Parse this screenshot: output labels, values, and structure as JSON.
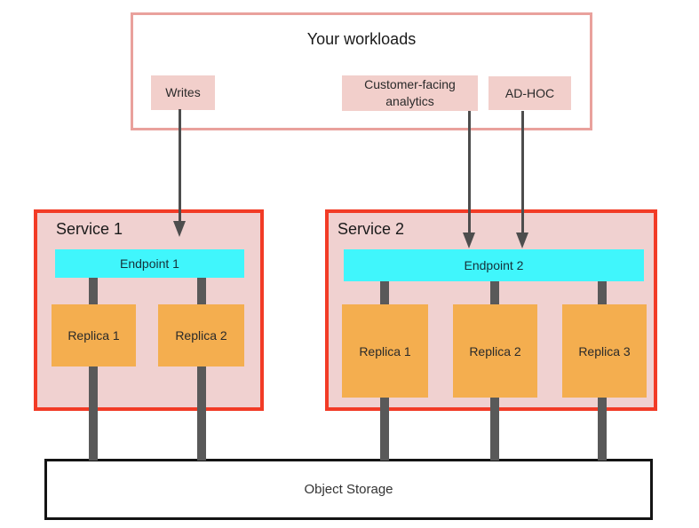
{
  "workloads": {
    "title": "Your workloads",
    "items": [
      {
        "id": "writes",
        "label": "Writes"
      },
      {
        "id": "customer-facing-analytics",
        "label": "Customer-facing analytics"
      },
      {
        "id": "ad-hoc",
        "label": "AD-HOC"
      }
    ]
  },
  "services": [
    {
      "title": "Service 1",
      "endpoint": {
        "label": "Endpoint 1"
      },
      "replicas": [
        {
          "label": "Replica 1"
        },
        {
          "label": "Replica 2"
        }
      ]
    },
    {
      "title": "Service 2",
      "endpoint": {
        "label": "Endpoint 2"
      },
      "replicas": [
        {
          "label": "Replica 1"
        },
        {
          "label": "Replica 2"
        },
        {
          "label": "Replica 3"
        }
      ]
    }
  ],
  "storage": {
    "label": "Object Storage"
  },
  "colors": {
    "workloads_border": "#e9a19c",
    "workload_item_bg": "#f2cfcb",
    "service_border": "#f23b26",
    "service_bg": "#f0d1d0",
    "endpoint_bg": "#40f6fc",
    "replica_bg": "#f4ae4f",
    "connector": "#595959",
    "arrow": "#4d4d4d",
    "storage_border": "#141414",
    "text": "#1f1f1f"
  }
}
